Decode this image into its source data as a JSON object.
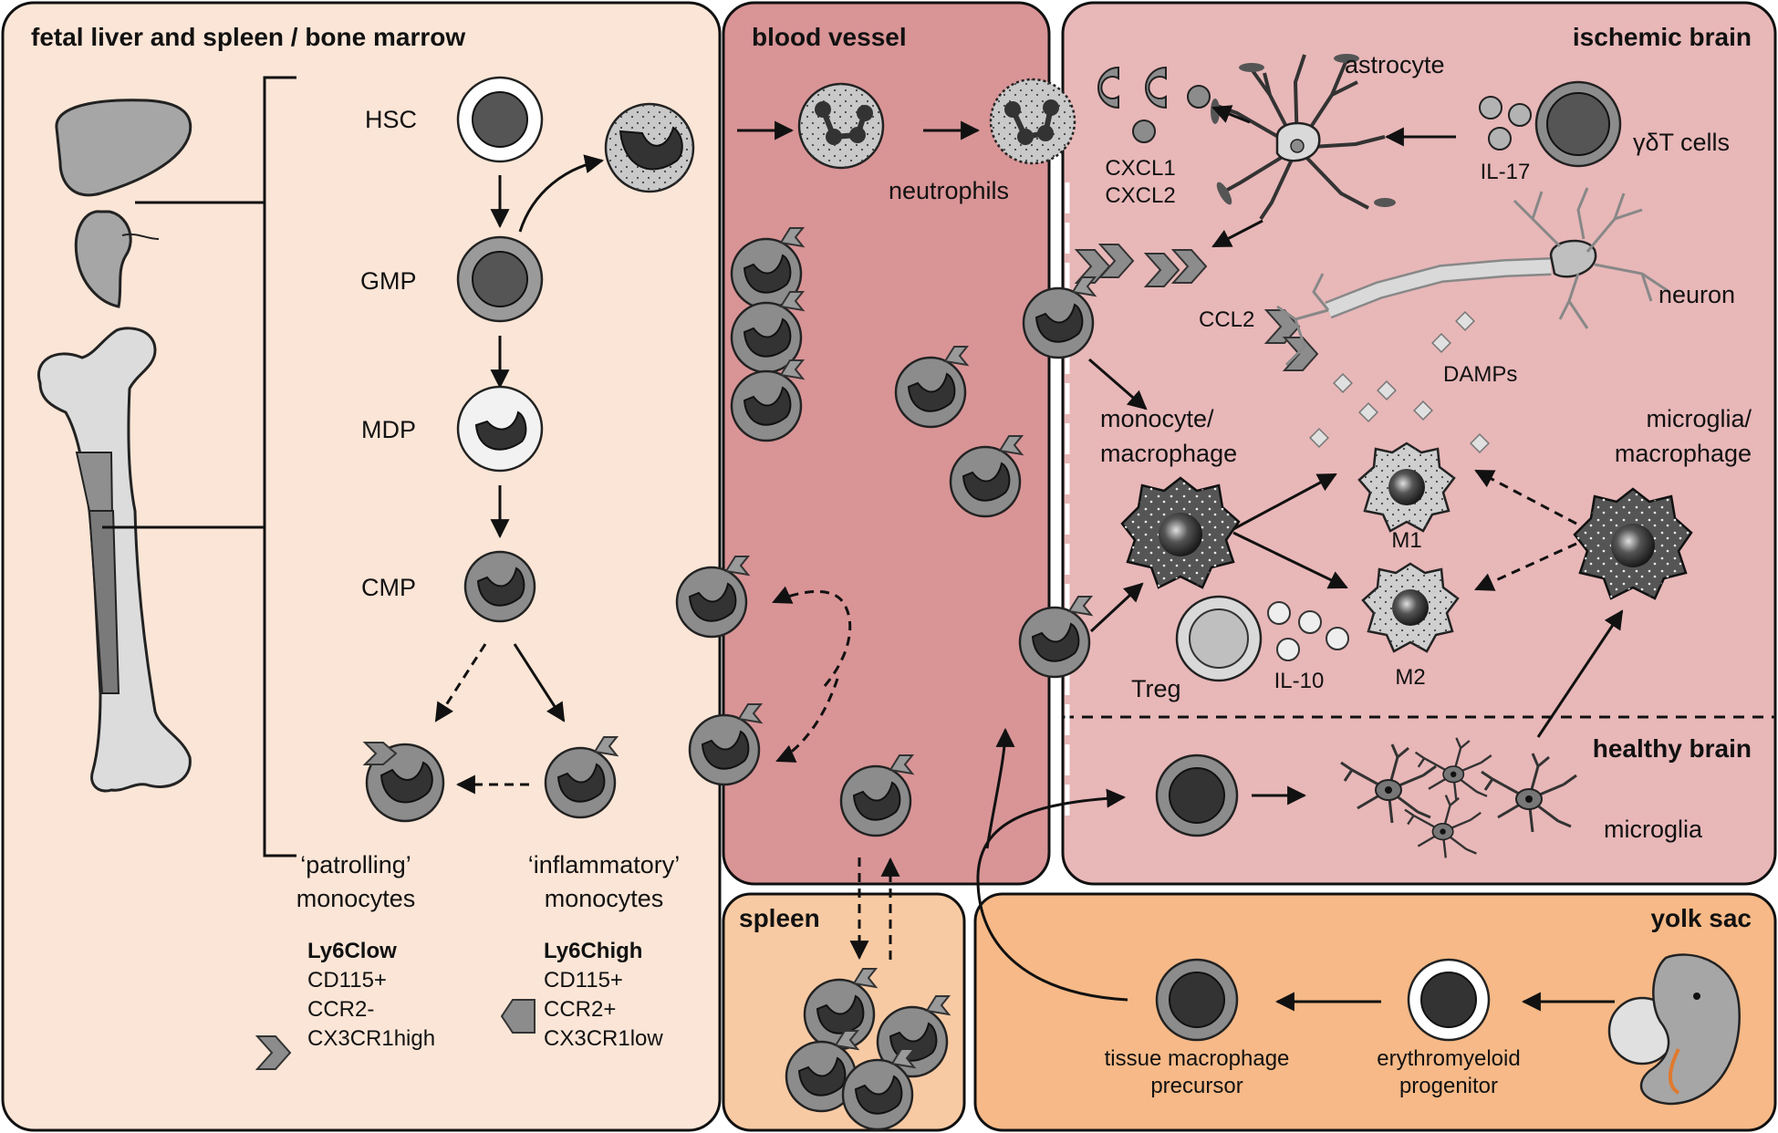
{
  "colors": {
    "marrow_bg": "#fbe5d6",
    "vessel_bg": "#d99496",
    "brain_bg": "#e8b7b8",
    "spleen_bg": "#f8caa3",
    "yolk_bg": "#f6b987",
    "cell_grey": "#8c8c8c",
    "nucleus_dark": "#333333"
  },
  "panels": {
    "marrow": "fetal liver and spleen / bone marrow",
    "vessel": "blood vessel",
    "brain": "ischemic brain",
    "healthy": "healthy brain",
    "spleen": "spleen",
    "yolk": "yolk sac"
  },
  "stages": {
    "hsc": "HSC",
    "gmp": "GMP",
    "mdp": "MDP",
    "cmp": "CMP"
  },
  "monocytes": {
    "patrolling_1": "‘patrolling’",
    "patrolling_2": "monocytes",
    "inflammatory_1": "‘inflammatory’",
    "inflammatory_2": "monocytes"
  },
  "markers": {
    "low": [
      "Ly6Clow",
      "CD115+",
      "CCR2-",
      "CX3CR1high"
    ],
    "high": [
      "Ly6Chigh",
      "CD115+",
      "CCR2+",
      "CX3CR1low"
    ]
  },
  "labels": {
    "neutrophils": "neutrophils",
    "astrocyte": "astrocyte",
    "cxcl1": "CXCL1",
    "cxcl2": "CXCL2",
    "il17": "IL-17",
    "gdt": "γδT cells",
    "ccl2": "CCL2",
    "neuron": "neuron",
    "damps": "DAMPs",
    "mono_mac_1": "monocyte/",
    "mono_mac_2": "macrophage",
    "micro_mac_1": "microglia/",
    "micro_mac_2": "macrophage",
    "m1": "M1",
    "m2": "M2",
    "treg": "Treg",
    "il10": "IL-10",
    "microglia": "microglia",
    "tmp_1": "tissue macrophage",
    "tmp_2": "precursor",
    "emp_1": "erythromyeloid",
    "emp_2": "progenitor"
  }
}
